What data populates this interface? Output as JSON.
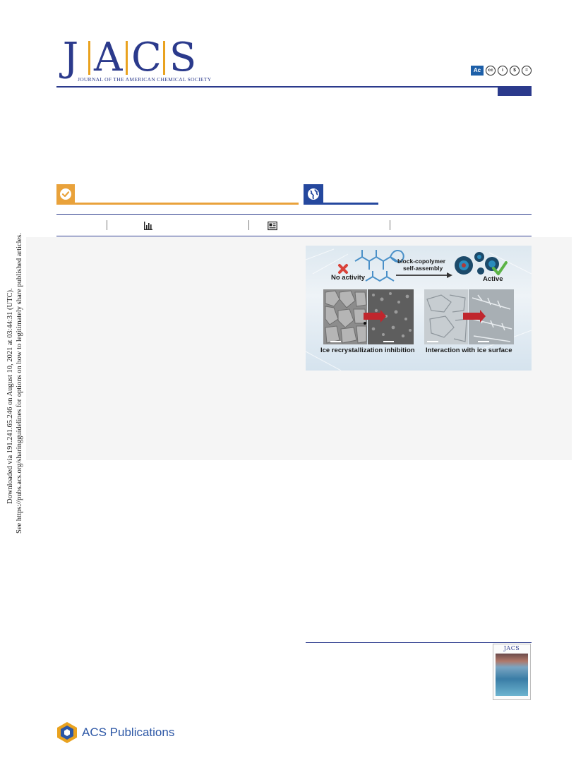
{
  "journal": {
    "letters": [
      "J",
      "A",
      "C",
      "S"
    ],
    "full_name": "JOURNAL OF THE AMERICAN CHEMICAL SOCIETY"
  },
  "license_icons": [
    {
      "name": "acs-authorchoice-icon",
      "label": "Ac"
    },
    {
      "name": "cc-icon",
      "label": "cc"
    },
    {
      "name": "by-attribution-icon",
      "label": "i"
    },
    {
      "name": "noncommercial-icon",
      "label": "$"
    },
    {
      "name": "noderivatives-icon",
      "label": "="
    }
  ],
  "toc_graphic": {
    "label_block": "block-copolymer",
    "label_assembly": "self-assembly",
    "label_no_activity": "No activity",
    "label_active": "Active",
    "caption_left": "Ice recrystallization inhibition",
    "caption_right": "Interaction with ice surface"
  },
  "sidebar_text": {
    "line1": "Downloaded via 191.241.65.246 on August 10, 2021 at 03:44:31 (UTC).",
    "line2": "See https://pubs.acs.org/sharingguidelines for options on how to legitimately share published articles."
  },
  "cover": {
    "title": "JACS"
  },
  "publisher": {
    "name": "ACS Publications"
  },
  "colors": {
    "brand_blue": "#2b3a8c",
    "brand_gold": "#e9a21f",
    "oa_orange": "#e9a23b",
    "cc_blue": "#25489e"
  }
}
